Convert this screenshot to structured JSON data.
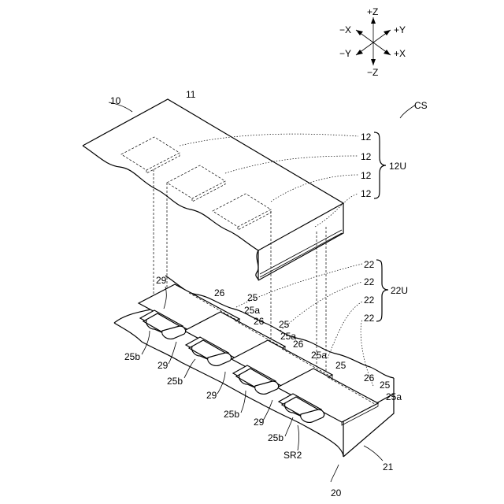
{
  "axes": {
    "pz": "+Z",
    "nz": "−Z",
    "nx_top": "−X",
    "py": "+Y",
    "ny": "−Y",
    "px_bottom": "+X"
  },
  "labels": {
    "l10": "10",
    "l11": "11",
    "cs": "CS",
    "l12_a": "12",
    "l12_b": "12",
    "l12_c": "12",
    "l12_d": "12",
    "l12u": "12U",
    "l22_a": "22",
    "l22_b": "22",
    "l22_c": "22",
    "l22_d": "22",
    "l22u": "22U",
    "l29_1": "29",
    "l26_1": "26",
    "l25_1": "25",
    "l25a_1": "25a",
    "l26_2": "26",
    "l25_2": "25",
    "l25a_2": "25a",
    "l26_3": "26",
    "l25a_3": "25a",
    "l25b_1": "25b",
    "l29_2": "29",
    "l25b_2": "25b",
    "l25_4": "25",
    "l29_3": "29",
    "l26_4": "26",
    "l25_5": "25",
    "l25a_4": "25a",
    "l25b_3": "25b",
    "l29_4": "29",
    "l25b_4": "25b",
    "sr2": "SR2",
    "l21": "21",
    "l20": "20"
  }
}
